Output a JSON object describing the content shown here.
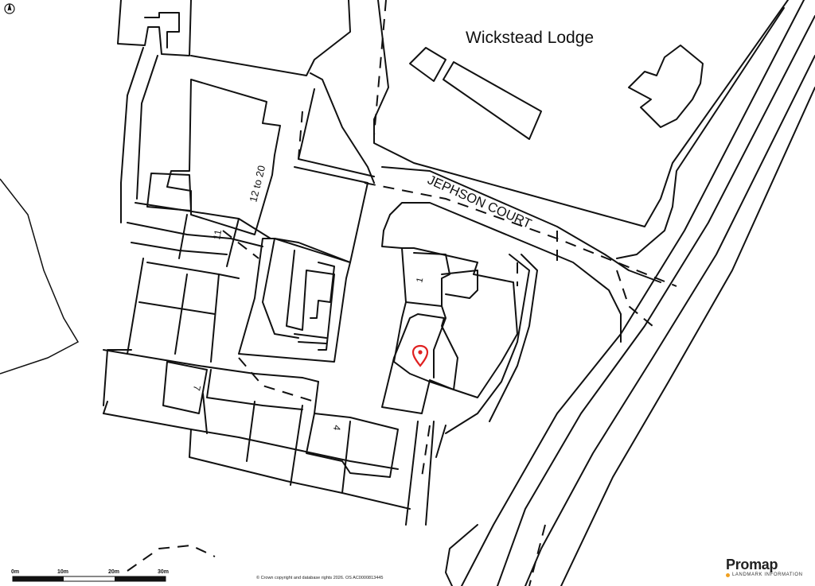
{
  "map": {
    "labels": {
      "lodge": "Wickstead Lodge",
      "street": "JEPHSON COURT",
      "house_12_20": "12 to 20",
      "house_11": "11",
      "house_1": "1",
      "house_7": "7",
      "house_4": "4"
    },
    "marker_color": "#e02020"
  },
  "scale": {
    "ticks": [
      "0m",
      "10m",
      "20m",
      "30m"
    ]
  },
  "footer": {
    "copyright": "© Crown copyright and database rights 2026. OS AC0000813445"
  },
  "brand": {
    "name": "Promap",
    "tagline": "LANDMARK INFORMATION",
    "accent": "#f0a020"
  }
}
